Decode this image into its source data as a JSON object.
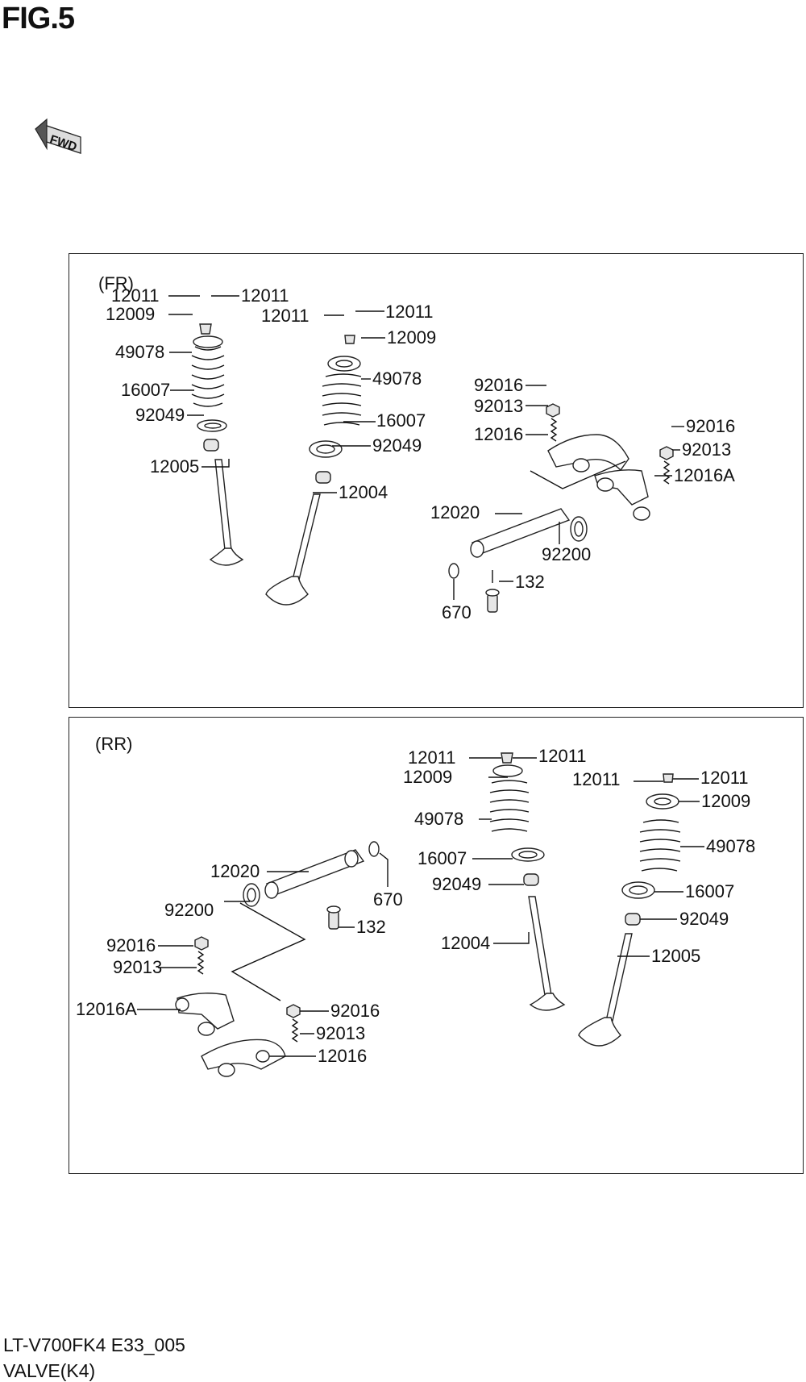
{
  "title": "FIG.5",
  "fwd_label": "FWD",
  "footer": {
    "code": "LT-V700FK4 E33_005",
    "name": "VALVE(K4)"
  },
  "panels": [
    {
      "label": "(FR)"
    },
    {
      "label": "(RR)"
    }
  ],
  "fr_callouts": [
    "12011",
    "12011",
    "12009",
    "49078",
    "16007",
    "92049",
    "12005",
    "12011",
    "12011",
    "12009",
    "49078",
    "16007",
    "92049",
    "12004",
    "92016",
    "92013",
    "12016",
    "92016",
    "92013",
    "12016A",
    "12020",
    "92200",
    "670",
    "132"
  ],
  "rr_callouts": [
    "12011",
    "12011",
    "12009",
    "49078",
    "16007",
    "92049",
    "12004",
    "12011",
    "12011",
    "12009",
    "49078",
    "16007",
    "92049",
    "12005",
    "12020",
    "670",
    "92200",
    "132",
    "92016",
    "92013",
    "12016A",
    "92016",
    "92013",
    "12016"
  ],
  "icons": {
    "fwd_arrow": "fwd-arrow-icon"
  }
}
